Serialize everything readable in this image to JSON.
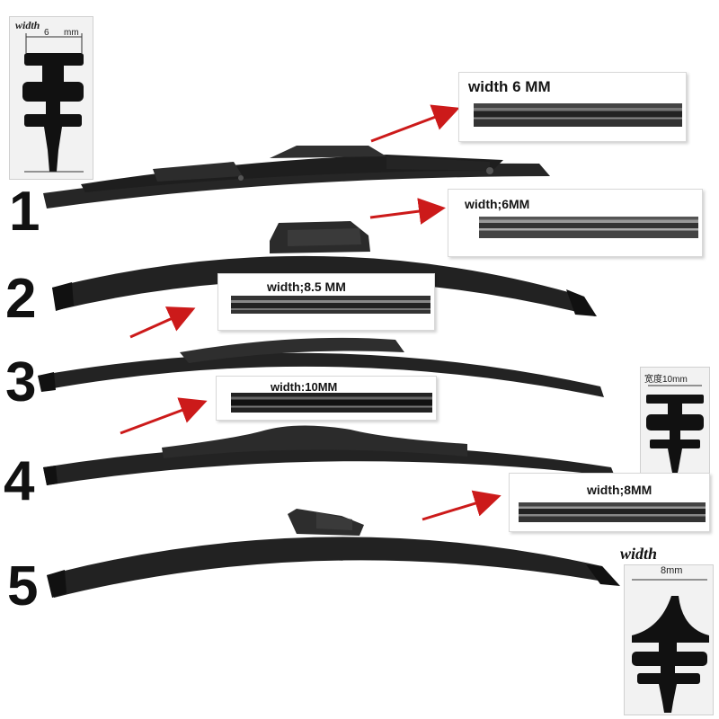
{
  "numbers": [
    "1",
    "2",
    "3",
    "4",
    "5"
  ],
  "profiles": {
    "top_left": {
      "title": "width",
      "measure": "6",
      "unit": "mm"
    },
    "middle_right": {
      "measure": "宽度10mm"
    },
    "bottom_right": {
      "title": "width",
      "measure": "8mm"
    }
  },
  "insets": [
    {
      "label": "width 6 MM"
    },
    {
      "label": "width;6MM"
    },
    {
      "label": "width;8.5 MM"
    },
    {
      "label": "width:10MM"
    },
    {
      "label": "width;8MM"
    }
  ],
  "colors": {
    "arrow": "#cc1a1a",
    "blade": "#1c1c1c",
    "rubber": "#2b2b2b"
  }
}
